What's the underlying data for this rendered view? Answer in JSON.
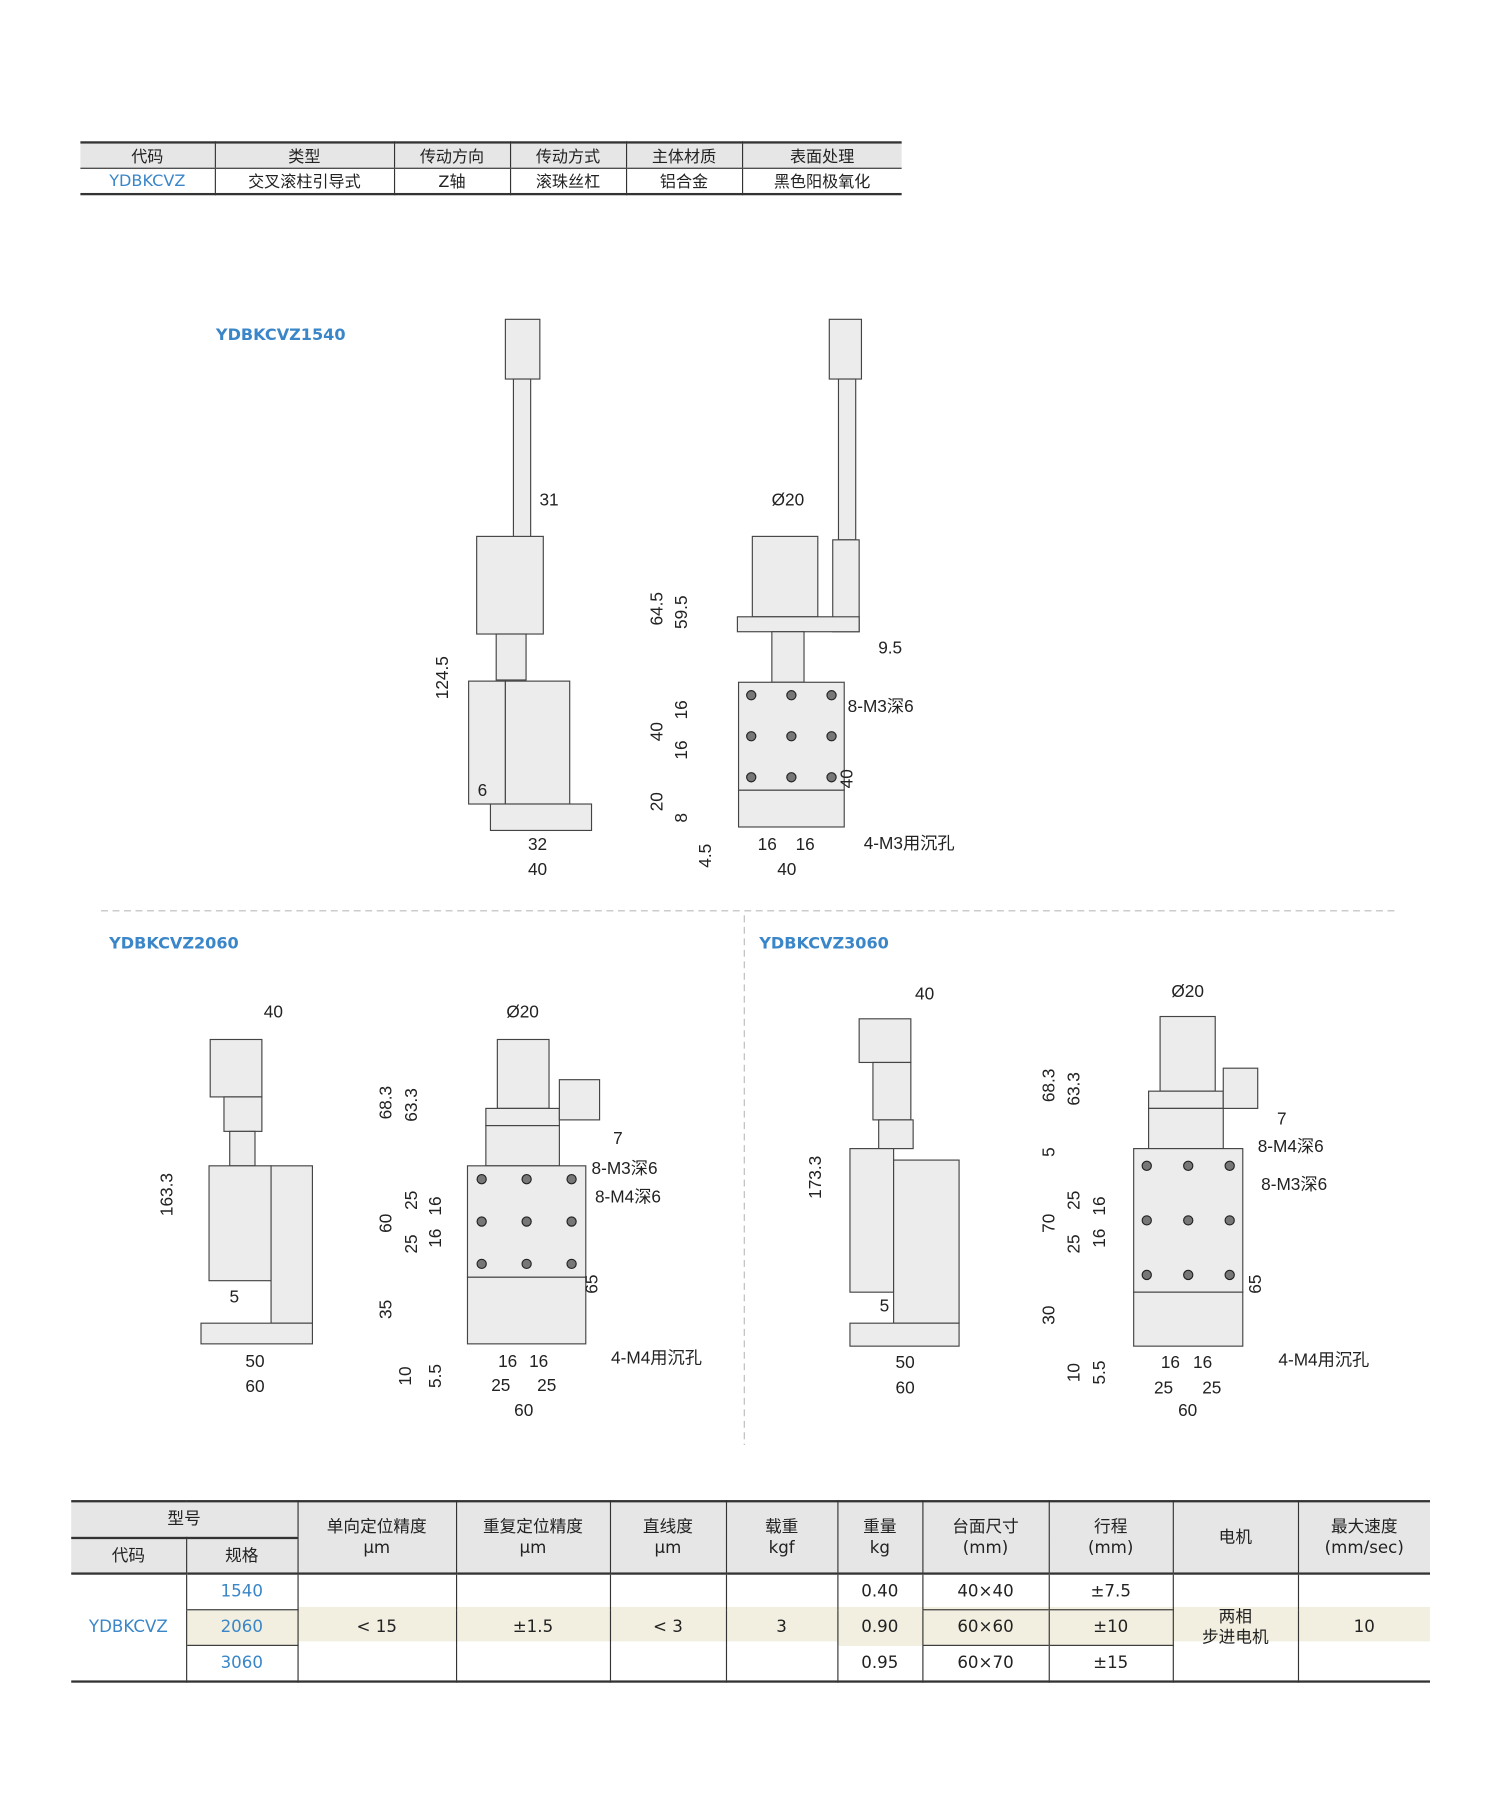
{
  "spec_table": {
    "headers": [
      "代码",
      "类型",
      "传动方向",
      "传动方式",
      "主体材质",
      "表面处理"
    ],
    "row": [
      "YDBKCVZ",
      "交叉滚柱引导式",
      "Z轴",
      "滚珠丝杠",
      "铝合金",
      "黑色阳极氧化"
    ]
  },
  "drawings": [
    {
      "model": "YDBKCVZ1540",
      "dims": [
        "31",
        "124.5",
        "6",
        "32",
        "40",
        "Ø20",
        "64.5",
        "59.5",
        "9.5",
        "8-M3深6",
        "16",
        "40",
        "16",
        "40",
        "20",
        "8",
        "4.5",
        "16",
        "16",
        "4-M3用沉孔",
        "40"
      ]
    },
    {
      "model": "YDBKCVZ2060",
      "dims": [
        "40",
        "163.3",
        "5",
        "50",
        "60",
        "Ø20",
        "68.3",
        "63.3",
        "7",
        "8-M3深6",
        "8-M4深6",
        "25",
        "16",
        "60",
        "16",
        "25",
        "65",
        "35",
        "10",
        "5.5",
        "16",
        "16",
        "25",
        "25",
        "4-M4用沉孔",
        "60"
      ]
    },
    {
      "model": "YDBKCVZ3060",
      "dims": [
        "40",
        "173.3",
        "5",
        "50",
        "60",
        "Ø20",
        "68.3",
        "63.3",
        "7",
        "8-M4深6",
        "5",
        "8-M3深6",
        "25",
        "16",
        "70",
        "16",
        "25",
        "65",
        "30",
        "10",
        "5.5",
        "16",
        "16",
        "4-M4用沉孔",
        "25",
        "25",
        "60"
      ]
    }
  ],
  "params_table": {
    "model_header": "型号",
    "code_header": "代码",
    "spec_header": "规格",
    "columns": [
      {
        "name": "单向定位精度",
        "unit": "μm"
      },
      {
        "name": "重复定位精度",
        "unit": "μm"
      },
      {
        "name": "直线度",
        "unit": "μm"
      },
      {
        "name": "载重",
        "unit": "kgf"
      },
      {
        "name": "重量",
        "unit": "kg"
      },
      {
        "name": "台面尺寸",
        "unit": "(mm)"
      },
      {
        "name": "行程",
        "unit": "(mm)"
      },
      {
        "name": "电机",
        "unit": ""
      },
      {
        "name": "最大速度",
        "unit": "(mm/sec)"
      }
    ],
    "code": "YDBKCVZ",
    "unidirectional_accuracy": "< 15",
    "repeat_accuracy": "±1.5",
    "straightness": "< 3",
    "load": "3",
    "motor_line1": "两相",
    "motor_line2": "步进电机",
    "max_speed": "10",
    "rows": [
      {
        "spec": "1540",
        "weight": "0.40",
        "table_size": "40×40",
        "stroke": "±7.5"
      },
      {
        "spec": "2060",
        "weight": "0.90",
        "table_size": "60×60",
        "stroke": "±10"
      },
      {
        "spec": "3060",
        "weight": "0.95",
        "table_size": "60×70",
        "stroke": "±15"
      }
    ],
    "highlight_color": "#f2efe0",
    "accent_color": "#3a86c8"
  }
}
